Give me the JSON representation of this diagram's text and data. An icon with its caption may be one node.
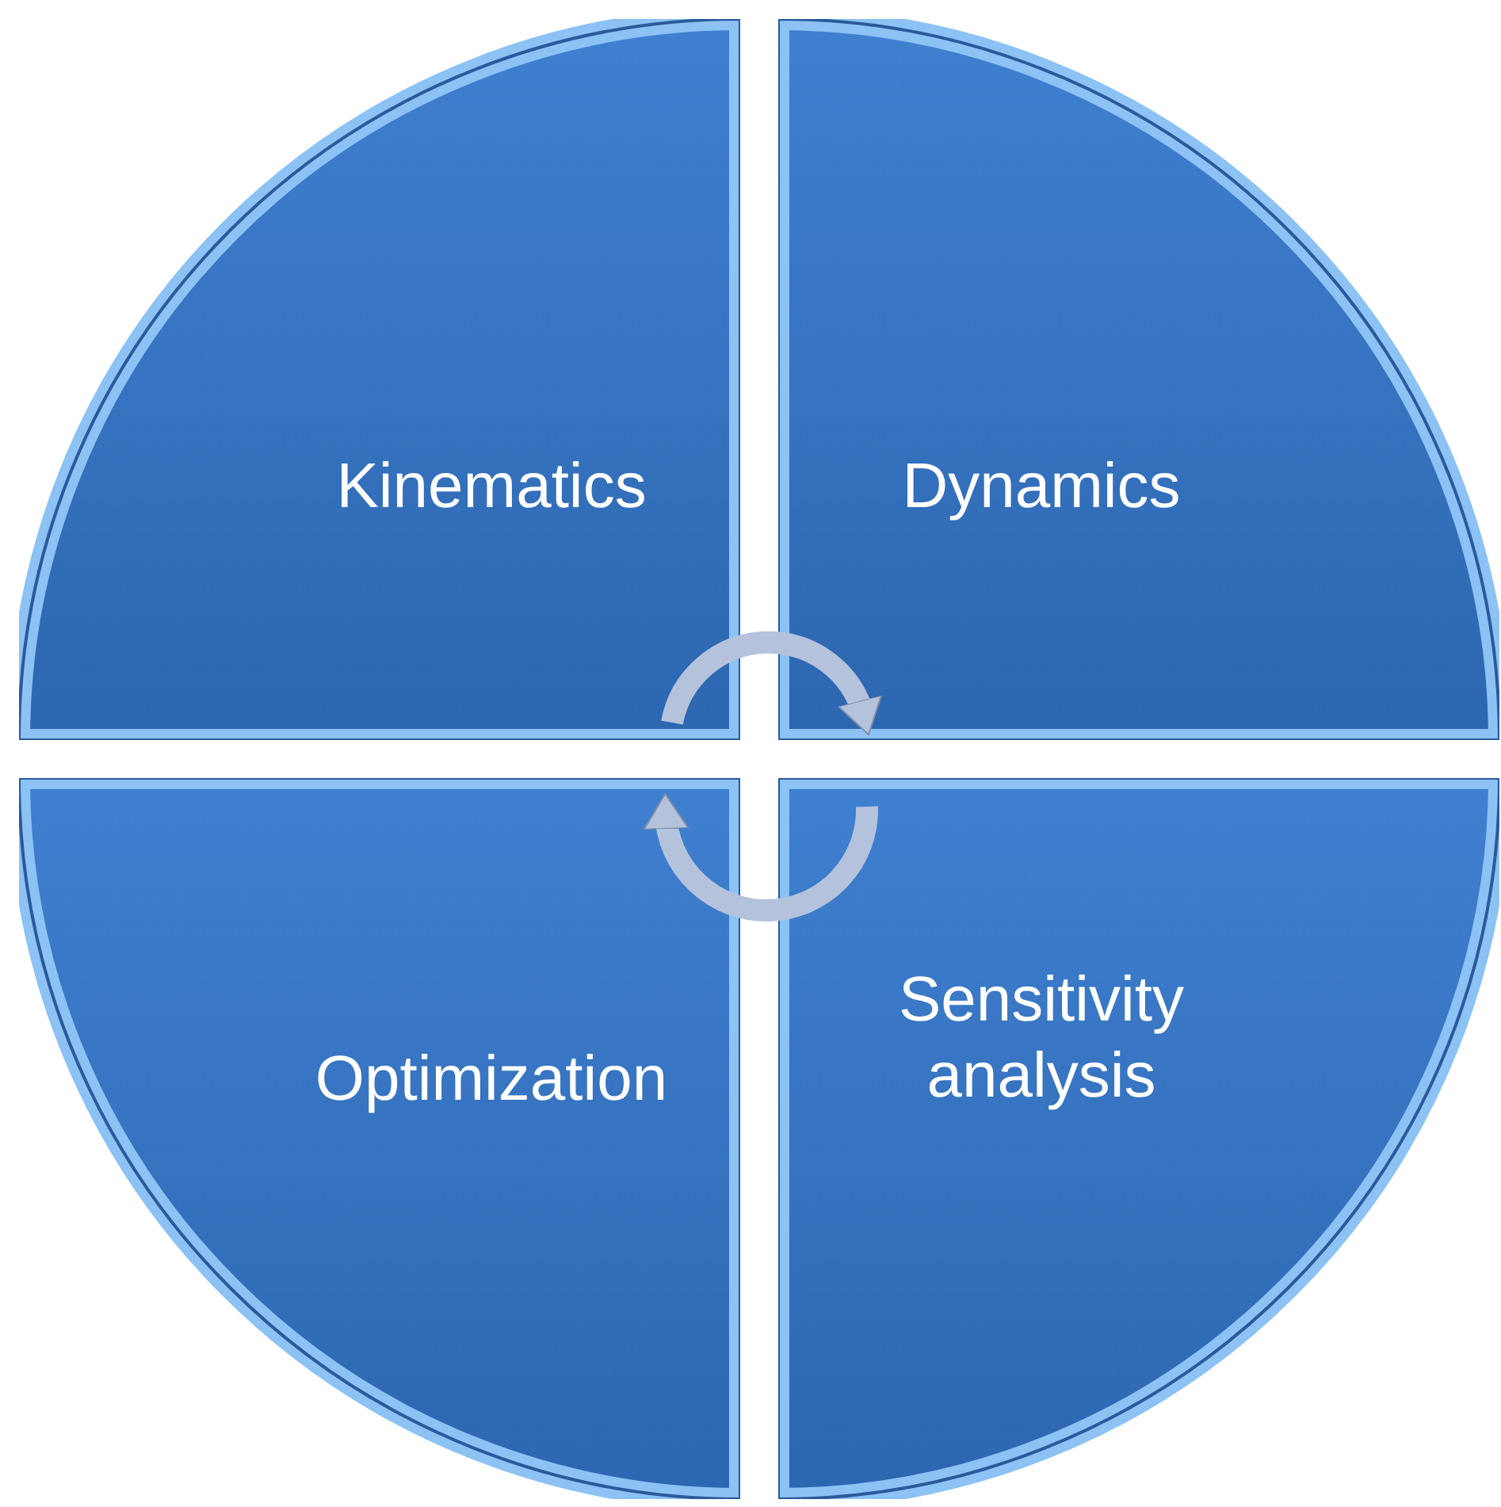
{
  "diagram": {
    "nodes": [
      {
        "text": [
          "Kinematics"
        ]
      },
      {
        "text": [
          "Dynamics"
        ]
      },
      {
        "text": [
          "Optimization"
        ]
      },
      {
        "text": [
          "Sensitivity analysis"
        ]
      }
    ],
    "edges": [
      {
        "from": 0,
        "to": 1,
        "arrow": "to"
      },
      {
        "from": 3,
        "to": 2,
        "arrow": "to"
      }
    ]
  }
}
